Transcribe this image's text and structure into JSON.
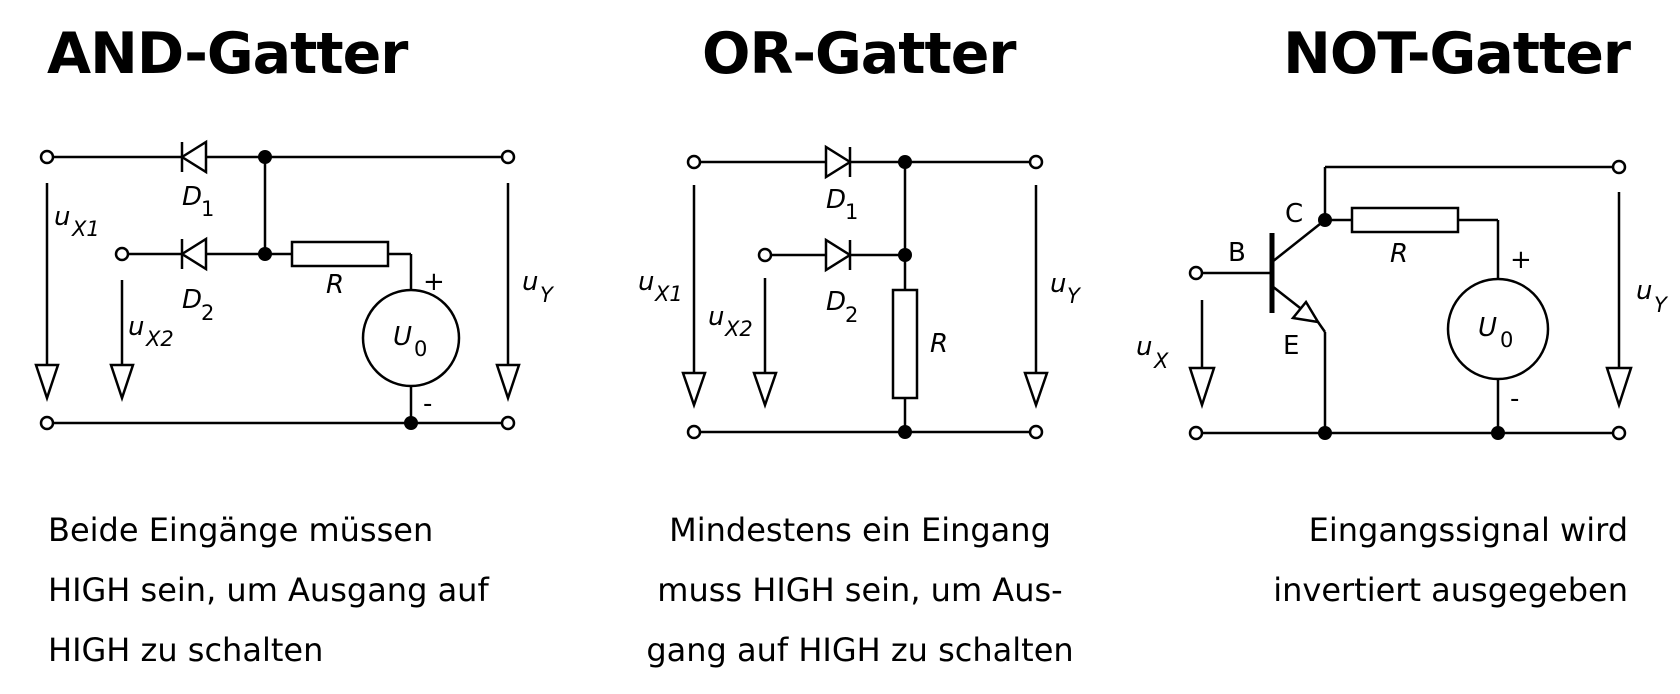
{
  "and_gate": {
    "title": "AND-Gatter",
    "description": "Beide Eingänge müssen\nHIGH sein, um Ausgang auf\nHIGH zu schalten",
    "labels": {
      "ux1": "u",
      "ux1_sub": "X1",
      "ux2": "u",
      "ux2_sub": "X2",
      "uy": "u",
      "uy_sub": "Y",
      "d1": "D",
      "d1_sub": "1",
      "d2": "D",
      "d2_sub": "2",
      "r": "R",
      "u0": "U",
      "u0_sub": "0",
      "plus": "+",
      "minus": "-"
    }
  },
  "or_gate": {
    "title": "OR-Gatter",
    "description": "Mindestens ein Eingang\nmuss HIGH sein, um Aus-\ngang auf HIGH zu schalten",
    "labels": {
      "ux1": "u",
      "ux1_sub": "X1",
      "ux2": "u",
      "ux2_sub": "X2",
      "uy": "u",
      "uy_sub": "Y",
      "d1": "D",
      "d1_sub": "1",
      "d2": "D",
      "d2_sub": "2",
      "r": "R"
    }
  },
  "not_gate": {
    "title": "NOT-Gatter",
    "description": "Eingangssignal wird\ninvertiert ausgegeben",
    "labels": {
      "b": "B",
      "c": "C",
      "e": "E",
      "ux": "u",
      "ux_sub": "X",
      "uy": "u",
      "uy_sub": "Y",
      "r": "R",
      "u0": "U",
      "u0_sub": "0",
      "plus": "+",
      "minus": "-"
    }
  }
}
